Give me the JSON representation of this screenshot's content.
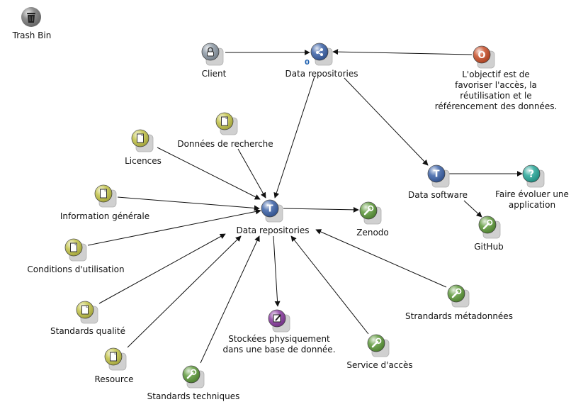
{
  "trash": {
    "label": "Trash Bin",
    "icon": "trash-bin-icon"
  },
  "nodes": [
    {
      "id": "client",
      "label": "Client",
      "type": "actor",
      "icon": "lock-person-icon",
      "color": "#8e9aa6"
    },
    {
      "id": "data-repositories-top",
      "label": "Data repositories",
      "type": "concept",
      "icon": "process-icon",
      "color": "#3d63a8",
      "badge": "0"
    },
    {
      "id": "objectif",
      "label": "L'objectif est de\nfavoriser l'accès, la\nréutilisation et le\nréférencement des données.",
      "type": "objective",
      "icon": "objective-icon",
      "color": "#c9502a"
    },
    {
      "id": "donnees-recherche",
      "label": "Données de recherche",
      "type": "document",
      "icon": "document-icon",
      "color": "#c3c44a"
    },
    {
      "id": "licences",
      "label": "Licences",
      "type": "document",
      "icon": "document-icon",
      "color": "#c3c44a"
    },
    {
      "id": "information-generale",
      "label": "Information générale",
      "type": "document",
      "icon": "document-icon",
      "color": "#c3c44a"
    },
    {
      "id": "conditions-utilisation",
      "label": "Conditions d'utilisation",
      "type": "document",
      "icon": "document-icon",
      "color": "#c3c44a"
    },
    {
      "id": "standards-qualite",
      "label": "Standards qualité",
      "type": "document",
      "icon": "document-icon",
      "color": "#c3c44a"
    },
    {
      "id": "resource",
      "label": "Resource",
      "type": "document",
      "icon": "document-icon",
      "color": "#c3c44a"
    },
    {
      "id": "standards-techniques",
      "label": "Standards techniques",
      "type": "tool",
      "icon": "wrench-icon",
      "color": "#5f9a3c"
    },
    {
      "id": "data-repositories-center",
      "label": "Data repositories",
      "type": "topic",
      "icon": "topic-t-icon",
      "color": "#3d63a8"
    },
    {
      "id": "zenodo",
      "label": "Zenodo",
      "type": "tool",
      "icon": "wrench-icon",
      "color": "#5f9a3c"
    },
    {
      "id": "stockees",
      "label": "Stockées physiquement\ndans une base de donnée.",
      "type": "note",
      "icon": "edit-note-icon",
      "color": "#8a3da0"
    },
    {
      "id": "service-acces",
      "label": "Service d'accès",
      "type": "tool",
      "icon": "wrench-icon",
      "color": "#5f9a3c"
    },
    {
      "id": "standards-metadonnees",
      "label": "Strandards métadonnées",
      "type": "tool",
      "icon": "wrench-icon",
      "color": "#5f9a3c"
    },
    {
      "id": "data-software",
      "label": "Data software",
      "type": "topic",
      "icon": "topic-t-icon",
      "color": "#3d63a8"
    },
    {
      "id": "faire-evoluer",
      "label": "Faire évoluer une\napplication",
      "type": "question",
      "icon": "question-icon",
      "color": "#2aa89a"
    },
    {
      "id": "github",
      "label": "GitHub",
      "type": "tool",
      "icon": "wrench-icon",
      "color": "#5f9a3c"
    }
  ],
  "edges": [
    {
      "from": "client",
      "to": "data-repositories-top"
    },
    {
      "from": "objectif",
      "to": "data-repositories-top"
    },
    {
      "from": "data-repositories-top",
      "to": "data-repositories-center"
    },
    {
      "from": "data-repositories-top",
      "to": "data-software"
    },
    {
      "from": "data-software",
      "to": "faire-evoluer"
    },
    {
      "from": "data-software",
      "to": "github"
    },
    {
      "from": "donnees-recherche",
      "to": "data-repositories-center"
    },
    {
      "from": "licences",
      "to": "data-repositories-center"
    },
    {
      "from": "information-generale",
      "to": "data-repositories-center"
    },
    {
      "from": "conditions-utilisation",
      "to": "data-repositories-center"
    },
    {
      "from": "standards-qualite",
      "to": "data-repositories-center"
    },
    {
      "from": "resource",
      "to": "data-repositories-center"
    },
    {
      "from": "standards-techniques",
      "to": "data-repositories-center"
    },
    {
      "from": "data-repositories-center",
      "to": "zenodo"
    },
    {
      "from": "data-repositories-center",
      "to": "stockees"
    },
    {
      "from": "service-acces",
      "to": "data-repositories-center"
    },
    {
      "from": "standards-metadonnees",
      "to": "data-repositories-center"
    }
  ]
}
